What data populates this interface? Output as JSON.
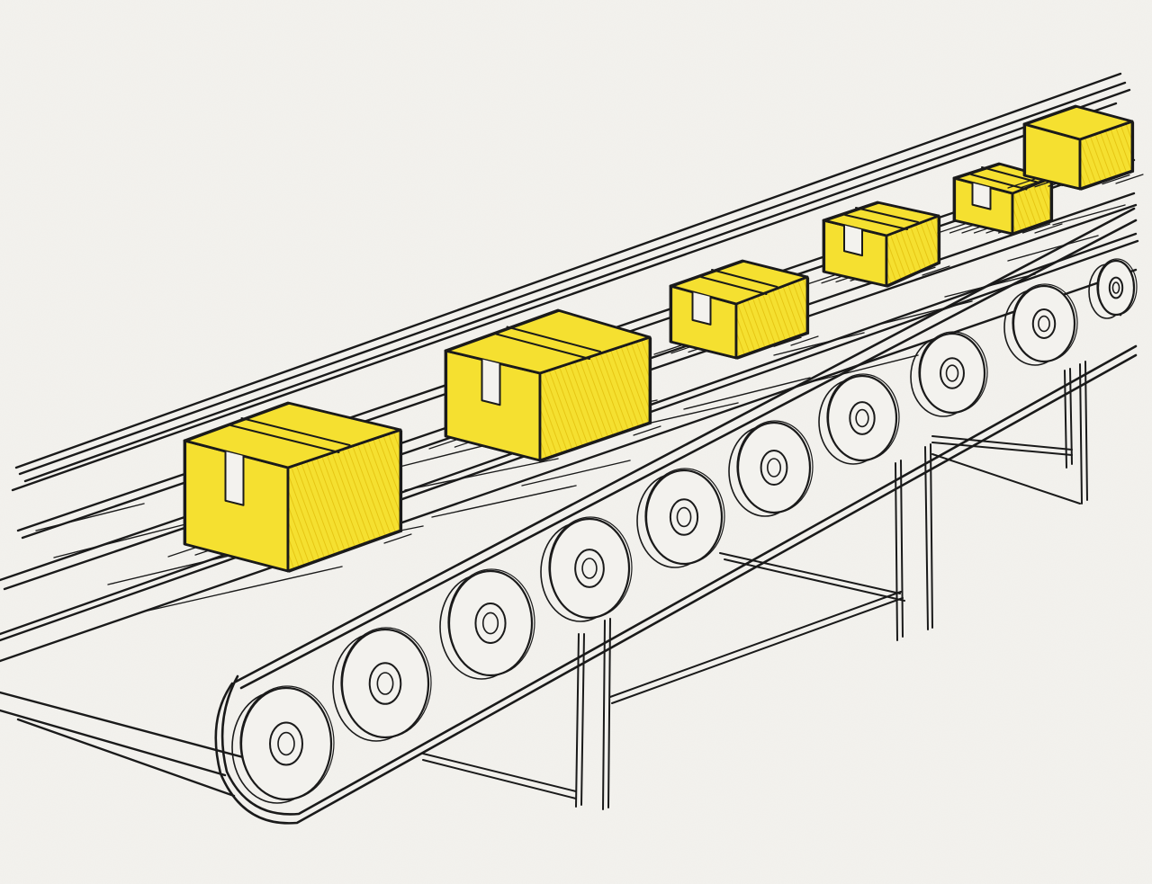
{
  "scene": {
    "subject": "conveyor-belt",
    "style": "hand-drawn-sketch",
    "colors": {
      "paper": "#f3f2ee",
      "ink": "#1a1a1a",
      "box_fill": "#f5e030",
      "box_shade": "#e8c81a"
    },
    "box_count": 6,
    "roller_count": 10
  }
}
